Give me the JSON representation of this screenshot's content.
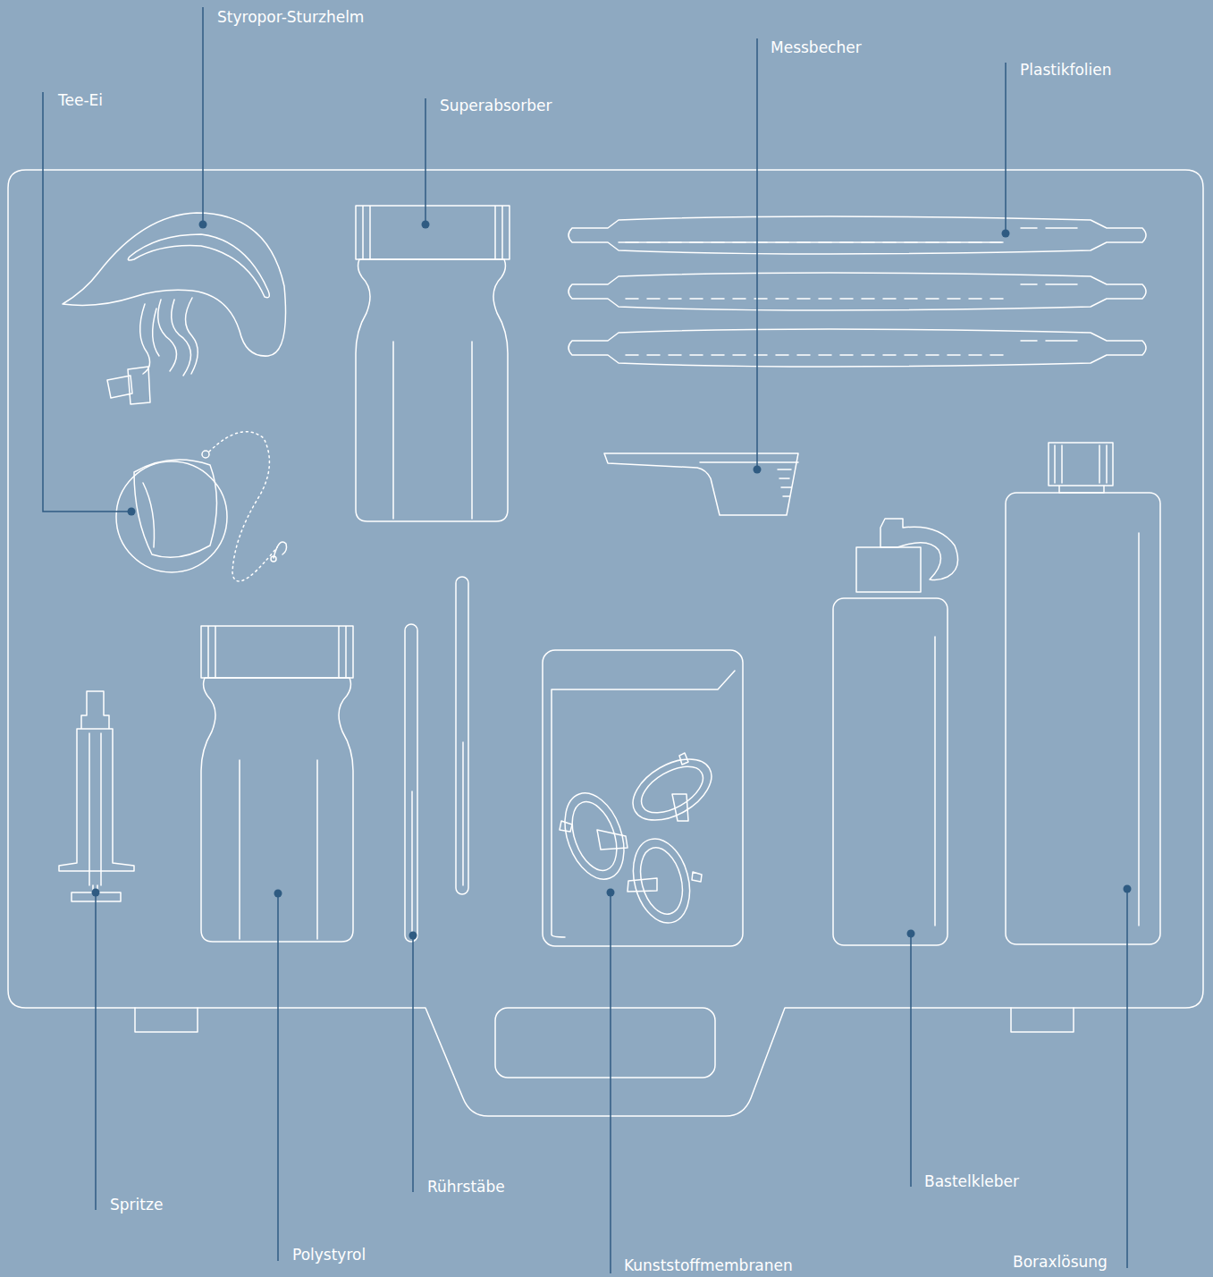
{
  "diagram": {
    "labels": [
      "Styropor-Sturzhelm",
      "Tee-Ei",
      "Superabsorber",
      "Messbecher",
      "Plastikfolien",
      "Spritze",
      "Rührstäbe",
      "Polystyrol",
      "Kunststoffmembranen",
      "Bastelkleber",
      "Boraxlösung"
    ]
  }
}
